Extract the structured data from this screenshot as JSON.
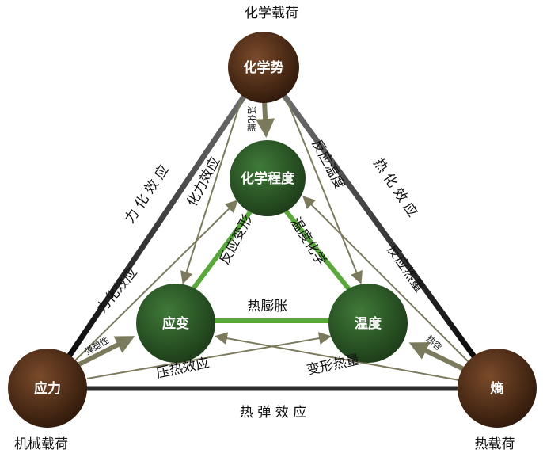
{
  "loads": {
    "chemical": "化学载荷",
    "mechanical": "机械载荷",
    "thermal": "热载荷"
  },
  "nodes": {
    "chemical_potential": "化学势",
    "chemical_degree": "化学程度",
    "strain": "应变",
    "temperature": "温度",
    "stress": "应力",
    "entropy": "熵"
  },
  "edges": {
    "outer_left": "力 化 效 应",
    "outer_right": "热 化 效 应",
    "outer_bottom": "热 弹 效 应",
    "chemo_mechanical": "化力效应",
    "reaction_temperature": "反应温度",
    "reaction_deformation": "反应变形",
    "temperature_chemistry": "温度化学",
    "thermal_expansion": "热膨胀",
    "mechano_chemical": "力化效应",
    "reaction_heat": "反应热量",
    "piezo_caloric": "压热效应",
    "deformation_heat": "变形热量",
    "activation_energy": "活化能",
    "elastoplastic": "弹塑性",
    "heat_capacity": "热容"
  },
  "colors": {
    "brown_node": "#4a2a14",
    "green_node": "#2f5a2a",
    "green_link": "#5aa83c",
    "olive_arrow": "#7b7a5c",
    "outer_edge": "#2b2b2b"
  }
}
